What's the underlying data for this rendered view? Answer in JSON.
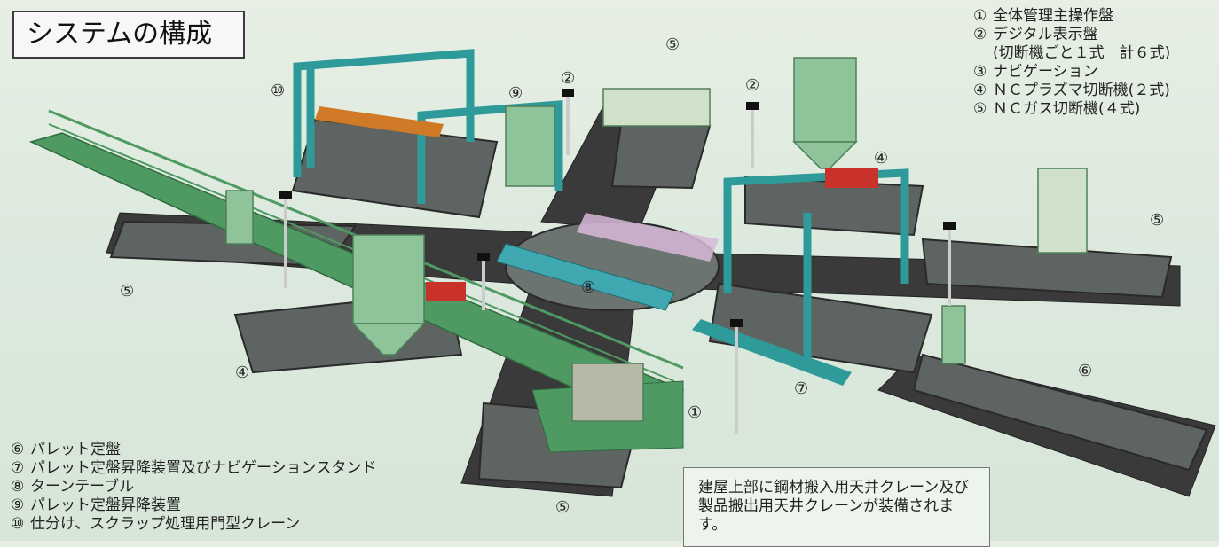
{
  "title": "システムの構成",
  "legend_top": [
    {
      "num": "①",
      "text": "全体管理主操作盤"
    },
    {
      "num": "②",
      "text": "デジタル表示盤"
    },
    {
      "num": "",
      "text": "(切断機ごと１式　計６式)"
    },
    {
      "num": "③",
      "text": "ナビゲーション"
    },
    {
      "num": "④",
      "text": "ＮＣプラズマ切断機(２式)"
    },
    {
      "num": "⑤",
      "text": "ＮＣガス切断機(４式)"
    }
  ],
  "legend_bottom": [
    {
      "num": "⑥",
      "text": "パレット定盤"
    },
    {
      "num": "⑦",
      "text": "パレット定盤昇降装置及びナビゲーションスタンド"
    },
    {
      "num": "⑧",
      "text": "ターンテーブル"
    },
    {
      "num": "⑨",
      "text": "パレット定盤昇降装置"
    },
    {
      "num": "⑩",
      "text": "仕分け、スクラップ処理用門型クレーン"
    }
  ],
  "note": "建屋上部に鋼材搬入用天井クレーン及び製品搬出用天井クレーンが装備されます。",
  "callouts": {
    "c1": "①",
    "c2a": "②",
    "c2b": "②",
    "c4a": "④",
    "c4b": "④",
    "c5a": "⑤",
    "c5b": "⑤",
    "c5c": "⑤",
    "c5d": "⑤",
    "c6": "⑥",
    "c7": "⑦",
    "c8": "⑧",
    "c9": "⑨",
    "c10": "⑩"
  },
  "colors": {
    "walkway": "#4f9a63",
    "gantry": "#2f9a9a",
    "track": "#3a3a3a",
    "table": "#555a58",
    "cabinet": "#8fc39a",
    "plasma": "#c8322a"
  }
}
